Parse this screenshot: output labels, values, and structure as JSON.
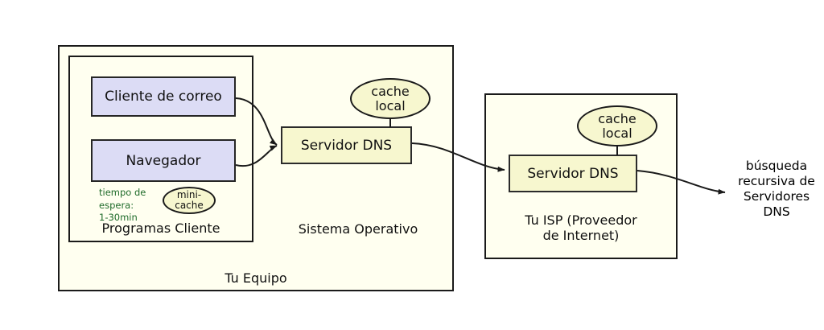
{
  "diagram": {
    "title_equipo": "Tu Equipo",
    "title_programas": "Programas Cliente",
    "title_sistema": "Sistema Operativo",
    "title_isp_line1": "Tu ISP (Proveedor",
    "title_isp_line2": "de Internet)"
  },
  "clients": [
    {
      "label": "Cliente de correo"
    },
    {
      "label": "Navegador"
    }
  ],
  "servers": [
    {
      "label": "Servidor DNS",
      "cache_line1": "cache",
      "cache_line2": "local"
    },
    {
      "label": "Servidor DNS",
      "cache_line1": "cache",
      "cache_line2": "local"
    }
  ],
  "minicache": {
    "line1": "mini-",
    "line2": "cache"
  },
  "wait_note": {
    "line1": "tiempo de",
    "line2": "espera:",
    "line3": "1-30min"
  },
  "recursive_label": {
    "line1": "búsqueda",
    "line2": "recursiva de",
    "line3": "Servidores",
    "line4": "DNS"
  },
  "colors": {
    "client_fill": "#dcdcf5",
    "server_fill": "#f7f7cf",
    "container_fill": "#fffff0",
    "stroke": "#1a1a1a",
    "note_green": "#1f6b2a"
  }
}
